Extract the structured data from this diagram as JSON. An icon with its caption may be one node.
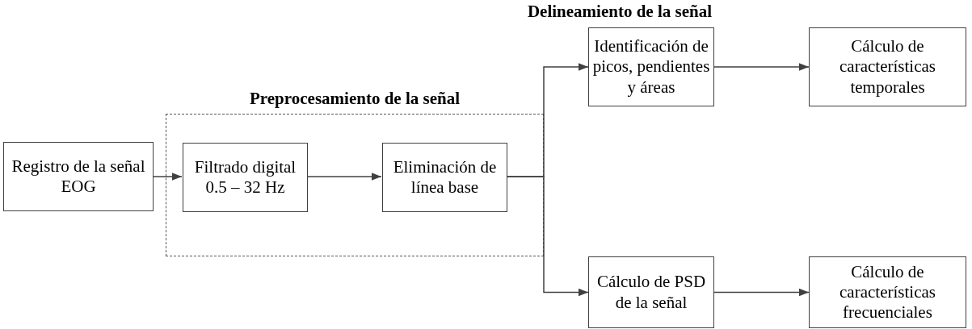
{
  "diagram": {
    "nodes": [
      {
        "text": [
          "Registro de la señal EOG"
        ]
      },
      {
        "text": [
          "Preprocesamiento de la señal"
        ]
      },
      {
        "text": [
          "Filtrado digital 0.5 – 32 Hz"
        ],
        "in": 1
      },
      {
        "text": [
          "Eliminación de línea base"
        ],
        "in": 1
      },
      {
        "text": [
          "Identificación de picos, pendientes y áreas"
        ]
      },
      {
        "text": [
          "Cálculo de características temporales"
        ]
      },
      {
        "text": [
          "Cálculo de PSD de la señal"
        ]
      },
      {
        "text": [
          "Cálculo de características frecuenciales"
        ]
      }
    ],
    "edges": [
      {
        "from": 0,
        "to": 2,
        "arrow": "to"
      },
      {
        "from": 2,
        "to": 3,
        "arrow": "to"
      },
      {
        "from": 3,
        "to": 4,
        "arrow": "to"
      },
      {
        "from": 3,
        "to": 6,
        "arrow": "to"
      },
      {
        "from": 4,
        "to": 5,
        "arrow": "to"
      },
      {
        "from": 6,
        "to": 7,
        "arrow": "to"
      }
    ],
    "labels": [
      "Delineamiento de la señal"
    ]
  }
}
